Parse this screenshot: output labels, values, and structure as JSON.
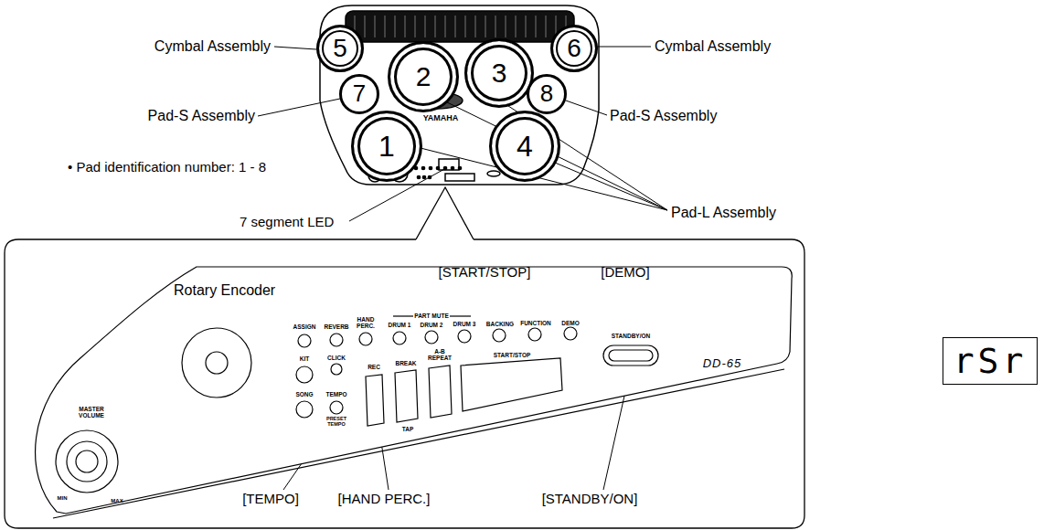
{
  "diagram": {
    "nodes": [
      {
        "text": [
          "5"
        ]
      },
      {
        "text": [
          "2"
        ]
      },
      {
        "text": [
          "3"
        ]
      },
      {
        "text": [
          "6"
        ]
      },
      {
        "text": [
          "7"
        ]
      },
      {
        "text": [
          "8"
        ]
      },
      {
        "text": [
          "1"
        ]
      },
      {
        "text": [
          "4"
        ]
      },
      {
        "text": [
          "rSr"
        ]
      }
    ],
    "labels": [
      "Cymbal Assembly",
      "Cymbal Assembly",
      "Pad-S Assembly",
      "Pad-S Assembly",
      "• Pad identification number: 1 - 8",
      "Pad-L Assembly",
      "7 segment LED",
      "YAMAHA",
      "Rotary Encoder",
      "[START/STOP]",
      "[DEMO]",
      "[TEMPO]",
      "[HAND PERC.]",
      "[STANDBY/ON]",
      "MASTER VOLUME",
      "MIN",
      "MAX",
      "ASSIGN",
      "REVERB",
      "HAND PERC.",
      "PART MUTE",
      "DRUM 1",
      "DRUM 2",
      "DRUM 3",
      "BACKING",
      "FUNCTION",
      "DEMO",
      "STANDBY/ON",
      "KIT",
      "CLICK",
      "SONG",
      "TEMPO",
      "PRESET TEMPO",
      "REC",
      "BREAK",
      "A-B REPEAT",
      "START/STOP",
      "TAP",
      "DD-65"
    ]
  }
}
